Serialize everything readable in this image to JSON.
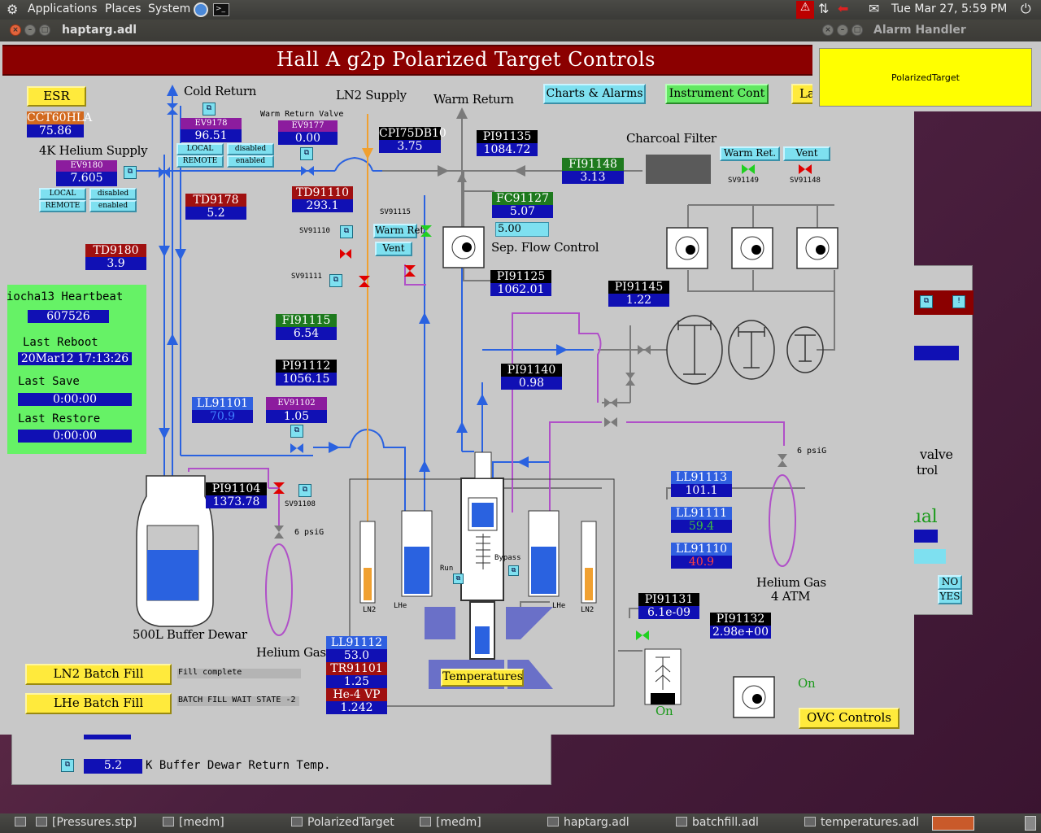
{
  "top_panel": {
    "apps": "Applications",
    "places": "Places",
    "system": "System",
    "datetime": "Tue Mar 27,  5:59 PM"
  },
  "main_window": {
    "title": "haptarg.adl",
    "header": "Hall A g2p Polarized Target Controls"
  },
  "alarm_window": {
    "title": "Alarm Handler",
    "button": "PolarizedTarget"
  },
  "buttons": {
    "esr": "ESR",
    "charts": "Charts & Alarms",
    "instr": "Instrument Cont",
    "la": "La",
    "ln2_fill": "LN2 Batch Fill",
    "lhe_fill": "LHe Batch Fill",
    "temperatures": "Temperatures",
    "ovc": "OVC Controls",
    "warm_ret": "Warm Ret.",
    "vent": "Vent",
    "warm_ret2": "Warm Ret",
    "vent2": "Vent"
  },
  "labels": {
    "cold_return": "Cold Return",
    "ln2_supply": "LN2 Supply",
    "warm_return": "Warm Return",
    "he_supply": "4K Helium Supply",
    "warm_return_valve": "Warm Return Valve",
    "charcoal": "Charcoal Filter",
    "sep_flow": "Sep. Flow Control",
    "buffer_dewar": "500L Buffer Dewar",
    "helium_gas": "Helium Gas",
    "helium_gas_r": "Helium Gas",
    "atm": "4 ATM",
    "psig1": "6 psiG",
    "psig2": "6 psiG",
    "ln2_a": "LN2",
    "lhe_a": "LHe",
    "lhe_b": "LHe",
    "ln2_b": "LN2",
    "run": "Run",
    "bypass": "Bypass",
    "on1": "On",
    "on2": "On"
  },
  "heartbeat": {
    "title": "iocha13 Heartbeat",
    "value": "607526",
    "reboot_label": "Last Reboot",
    "reboot": "20Mar12 17:13:26",
    "save_label": "Last Save",
    "save": "0:00:00",
    "restore_label": "Last Restore",
    "restore": "0:00:00"
  },
  "pv": {
    "cct": {
      "n": "CCT60HLA",
      "v": "75.86"
    },
    "ev9178": {
      "n": "EV9178",
      "v": "96.51"
    },
    "ev9177": {
      "n": "EV9177",
      "v": "0.00"
    },
    "ev9180": {
      "n": "EV9180",
      "v": "7.605"
    },
    "td9178": {
      "n": "TD9178",
      "v": "5.2"
    },
    "td9180": {
      "n": "TD9180",
      "v": "3.9"
    },
    "cpi": {
      "n": "CPI75DB10",
      "v": "3.75"
    },
    "pi91135": {
      "n": "PI91135",
      "v": "1084.72"
    },
    "fi91148": {
      "n": "FI91148",
      "v": "3.13"
    },
    "td91110": {
      "n": "TD91110",
      "v": "293.1"
    },
    "fc91127": {
      "n": "FC91127",
      "v": "5.07",
      "set": "5.00"
    },
    "pi91125": {
      "n": "PI91125",
      "v": "1062.01"
    },
    "pi91145": {
      "n": "PI91145",
      "v": "1.22"
    },
    "fi91115": {
      "n": "FI91115",
      "v": "6.54"
    },
    "pi91112": {
      "n": "PI91112",
      "v": "1056.15"
    },
    "pi91140": {
      "n": "PI91140",
      "v": "0.98"
    },
    "ll91101": {
      "n": "LL91101",
      "v": "70.9"
    },
    "ev91102": {
      "n": "EV91102",
      "v": "1.05"
    },
    "pi91104": {
      "n": "PI91104",
      "v": "1373.78"
    },
    "ll91113": {
      "n": "LL91113",
      "v": "101.1"
    },
    "ll91111": {
      "n": "LL91111",
      "v": "59.4"
    },
    "ll91110": {
      "n": "LL91110",
      "v": "40.9"
    },
    "pi91131": {
      "n": "PI91131",
      "v": "6.1e-09"
    },
    "pi91132": {
      "n": "PI91132",
      "v": "2.98e+00"
    },
    "ll91112": {
      "n": "LL91112",
      "v": "53.0"
    },
    "tr91101": {
      "n": "TR91101",
      "v": "1.25"
    },
    "he4vp": {
      "n": "He-4 VP",
      "v": "1.242"
    }
  },
  "local_remote": {
    "local": "LOCAL",
    "remote": "REMOTE",
    "disabled": "disabled",
    "enabled": "enabled"
  },
  "sv": {
    "sv91149": "SV91149",
    "sv91148": "SV91148",
    "sv91115": "SV91115",
    "sv91110": "SV91110",
    "sv91111": "SV91111",
    "sv91108": "SV91108"
  },
  "fill_status": {
    "ln2": "Fill complete",
    "lhe": "BATCH FILL WAIT STATE -2"
  },
  "bg_window": {
    "value": "5.2",
    "text": "K Buffer Dewar Return Temp."
  },
  "right_window": {
    "valve": "valve",
    "trol": "trol",
    "ual": "ual",
    "no": "NO",
    "yes": "YES"
  },
  "taskbar": [
    "[Pressures.stp]",
    "[medm]",
    "PolarizedTarget",
    "[medm]",
    "haptarg.adl",
    "batchfill.adl",
    "temperatures.adl"
  ],
  "colors": {
    "bg": "#c8c8c8",
    "title_bar": "#8b0000",
    "pipe_blue": "#2a62e0",
    "pipe_orange": "#f0a030",
    "pipe_gray": "#7a7a7a",
    "pipe_purple": "#b050c8",
    "heartbeat_bg": "#66f266"
  }
}
